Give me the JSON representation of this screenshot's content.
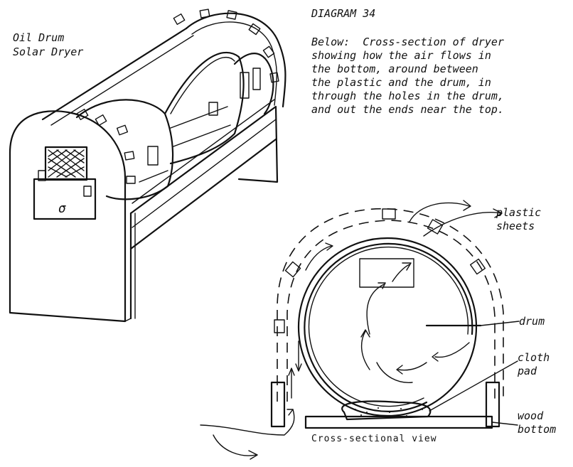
{
  "diagram": {
    "heading": "DIAGRAM 34",
    "title_line1": "Oil Drum",
    "title_line2": "Solar Dryer",
    "description": [
      "Below:  Cross-section of dryer",
      "showing how the air flows in",
      "the bottom, around between",
      "the plastic and the drum, in",
      "through the holes in the drum,",
      "and out the ends near the top."
    ],
    "labels": {
      "plastic_sheets_1": "plastic",
      "plastic_sheets_2": "sheets",
      "drum": "drum",
      "cloth_pad_1": "cloth",
      "cloth_pad_2": "pad",
      "wood_bottom_1": "wood",
      "wood_bottom_2": "bottom"
    },
    "caption": "Cross-sectional view",
    "door_mark": "σ"
  }
}
